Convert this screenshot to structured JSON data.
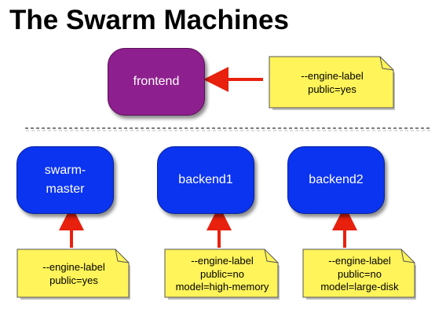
{
  "title": "The Swarm Machines",
  "nodes": {
    "frontend": "frontend",
    "swarm_master": "swarm-\nmaster",
    "backend1": "backend1",
    "backend2": "backend2"
  },
  "notes": {
    "frontend": [
      "--engine-label",
      "public=yes"
    ],
    "swarm_master": [
      "--engine-label",
      "public=yes"
    ],
    "backend1": [
      "--engine-label",
      "public=no",
      "model=high-memory"
    ],
    "backend2": [
      "--engine-label",
      "public=no",
      "model=large-disk"
    ]
  },
  "colors": {
    "frontend": "#8e1f8e",
    "backend": "#0b34f0",
    "note": "#fff45a",
    "arrow": "#e8200e"
  }
}
